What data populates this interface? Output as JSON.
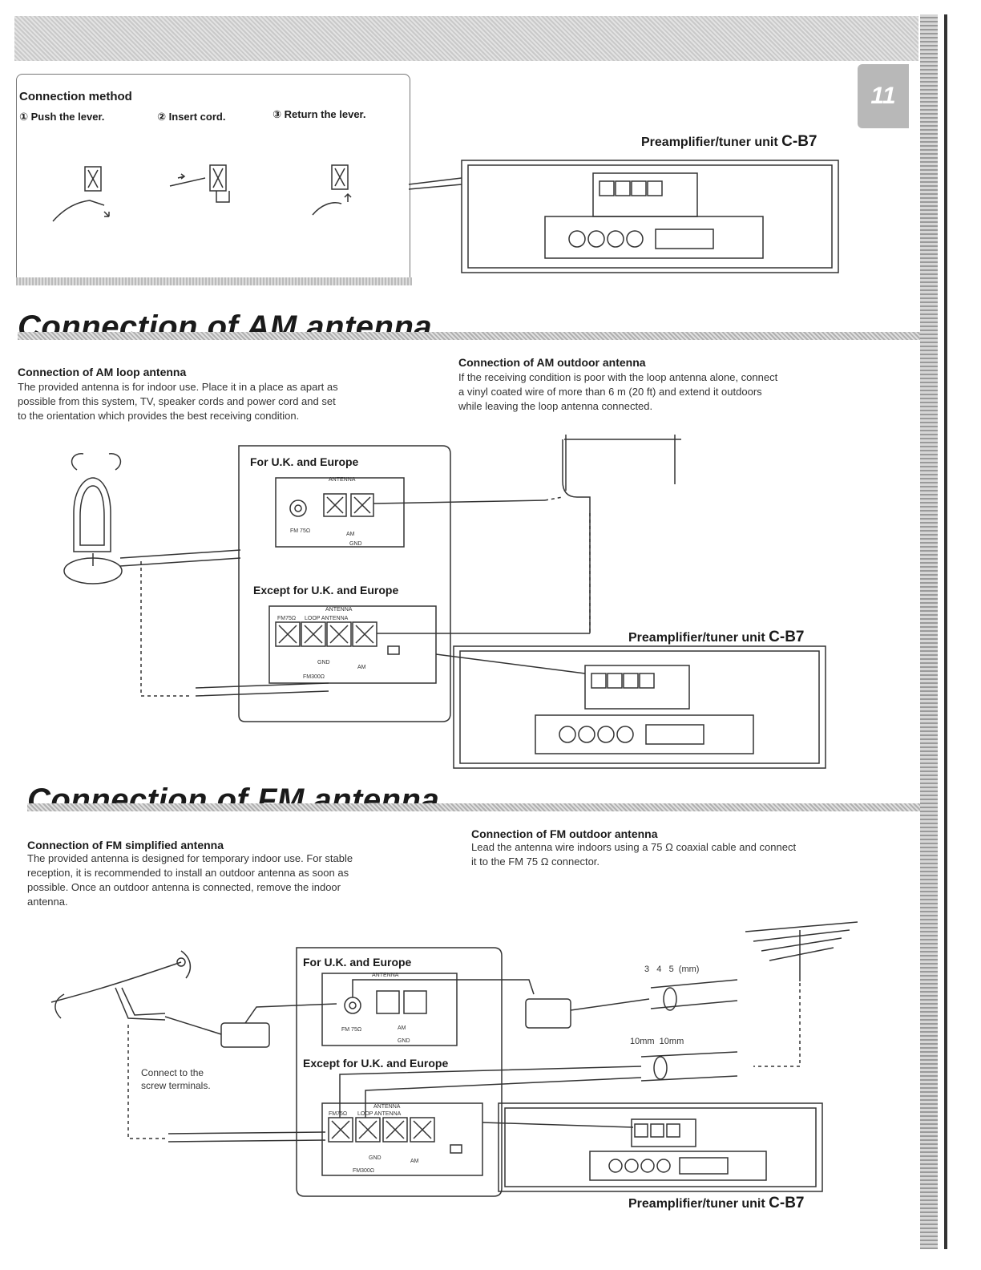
{
  "page_number": "11",
  "connection_method": {
    "title": "Connection method",
    "steps": [
      {
        "num": "①",
        "label": "Push the lever."
      },
      {
        "num": "②",
        "label": "Insert cord."
      },
      {
        "num": "③",
        "label": "Return the lever."
      }
    ]
  },
  "unit_label": {
    "prefix": "Preamplifier/tuner unit ",
    "model": "C-B7"
  },
  "am": {
    "title": "Connection of AM antenna",
    "loop": {
      "heading": "Connection of AM loop antenna",
      "lines": [
        "The provided antenna is for indoor use. Place it in a place as apart as",
        "possible from this system, TV, speaker cords and power cord and set",
        "to the orientation which provides the best receiving condition."
      ]
    },
    "outdoor": {
      "heading": "Connection of AM outdoor antenna",
      "lines": [
        "If the receiving condition is poor with the loop antenna alone, connect",
        "a vinyl coated wire of more than 6 m (20 ft) and extend it outdoors",
        "while leaving the loop antenna connected."
      ]
    },
    "region_uk": "For U.K. and Europe",
    "region_other": "Except for U.K. and Europe"
  },
  "fm": {
    "title": "Connection of FM antenna",
    "simplified": {
      "heading": "Connection of FM simplified antenna",
      "lines": [
        "The provided antenna is designed for temporary indoor use. For stable",
        "reception, it is recommended to install an outdoor antenna as soon as",
        "possible. Once an outdoor antenna is connected, remove the indoor",
        "antenna."
      ]
    },
    "outdoor": {
      "heading": "Connection of FM outdoor antenna",
      "lines": [
        "Lead the antenna wire indoors using a 75 Ω coaxial cable and connect",
        "it to the FM 75 Ω connector."
      ]
    },
    "region_uk": "For U.K. and Europe",
    "region_other": "Except for U.K. and Europe",
    "screw_note_lines": [
      "Connect to the",
      "screw terminals."
    ],
    "strip_dims": "3   4   5  (mm)",
    "strip_dims2": "10mm  10mm"
  },
  "terminal_labels": {
    "antenna": "ANTENNA",
    "fm75": "FM 75Ω",
    "fm75b": "FM75Ω",
    "loop": "LOOP ANTENNA",
    "am": "AM",
    "gnd": "GND",
    "fm300": "FM300Ω"
  }
}
